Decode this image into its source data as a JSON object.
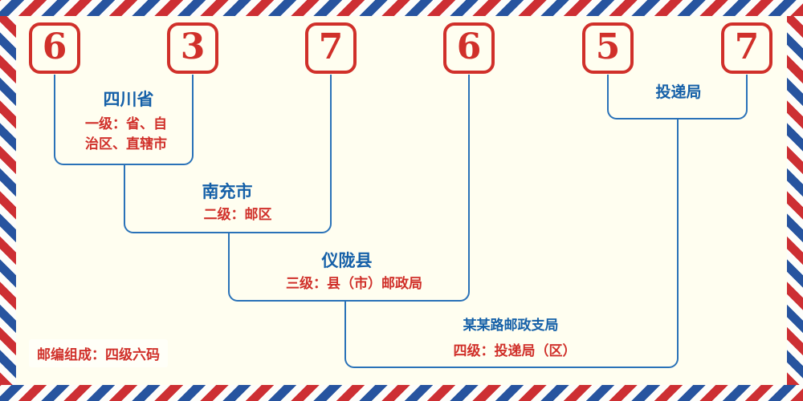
{
  "digits": [
    "6",
    "3",
    "7",
    "6",
    "5",
    "7"
  ],
  "levels": {
    "province": {
      "name": "四川省",
      "desc_line1": "一级：省、自",
      "desc_line2": "治区、直辖市"
    },
    "district": {
      "name": "南充市",
      "desc": "二级：邮区"
    },
    "county": {
      "name": "仪陇县",
      "desc": "三级：县（市）邮政局"
    },
    "branch": {
      "name": "某某路邮政支局",
      "desc": "四级：投递局（区）"
    },
    "delivery": {
      "name": "投递局"
    }
  },
  "footer": {
    "composition": "邮编组成：四级六码"
  },
  "colors": {
    "digit_red": "#d0302a",
    "label_blue": "#1560a8",
    "line_blue": "#2a72b8",
    "background": "#fffef0",
    "border_red": "#cd2f33",
    "border_blue": "#27549f"
  }
}
